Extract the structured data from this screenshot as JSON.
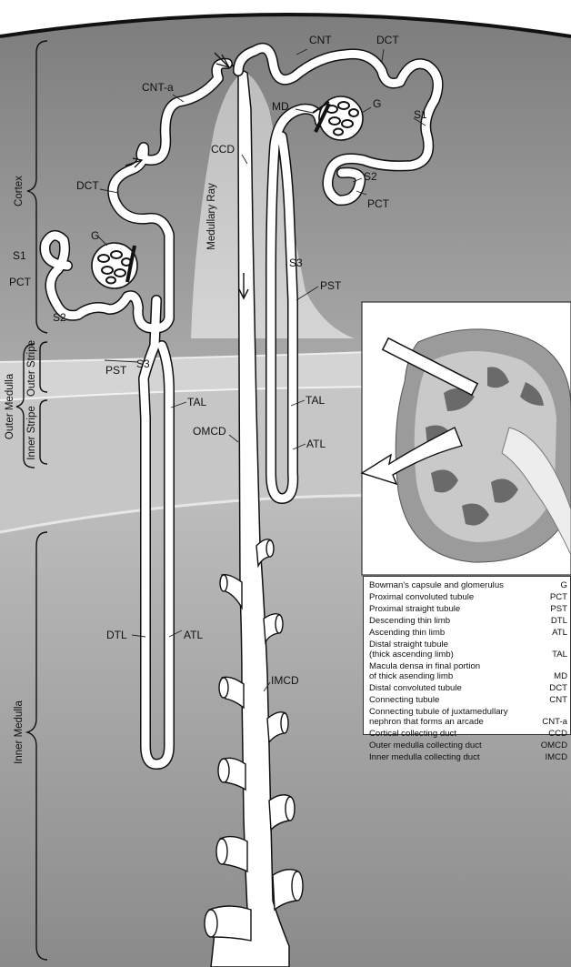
{
  "zones": {
    "cortex": "Cortex",
    "outer_medulla": "Outer Medulla",
    "outer_stripe": "Outer Stripe",
    "inner_stripe": "Inner Stripe",
    "inner_medulla": "Inner Medulla",
    "medullary_ray": "Medullary Ray"
  },
  "labels": {
    "cnt_top": "CNT",
    "dct_top": "DCT",
    "cnt_a": "CNT-a",
    "md": "MD",
    "g_right": "G",
    "s1_right": "S1",
    "ccd": "CCD",
    "s2_right": "S2",
    "pct_right": "PCT",
    "dct_left": "DCT",
    "g_left": "G",
    "s1_left": "S1",
    "pct_left": "PCT",
    "s2_left": "S2",
    "s3_right": "S3",
    "pst_right": "PST",
    "pst_left": "PST",
    "s3_left": "S3",
    "tal_left": "TAL",
    "tal_right": "TAL",
    "omcd": "OMCD",
    "atl_right": "ATL",
    "dtl": "DTL",
    "atl_left": "ATL",
    "imcd": "IMCD"
  },
  "legend": [
    {
      "term": "Bowman's capsule and glomerulus",
      "abbr": "G"
    },
    {
      "term": "Proximal convoluted tubule",
      "abbr": "PCT"
    },
    {
      "term": "Proximal straight tubule",
      "abbr": "PST"
    },
    {
      "term": "Descending thin limb",
      "abbr": "DTL"
    },
    {
      "term": "Ascending thin limb",
      "abbr": "ATL"
    },
    {
      "term": "Distal straight tubule\n  (thick ascending limb)",
      "abbr": "TAL"
    },
    {
      "term": "Macula densa in final portion\n  of thick asending limb",
      "abbr": "MD"
    },
    {
      "term": "Distal convoluted tubule",
      "abbr": "DCT"
    },
    {
      "term": "Connecting tubule",
      "abbr": "CNT"
    },
    {
      "term": "Connecting tubule of juxtamedullary\n  nephron that forms an arcade",
      "abbr": "CNT-a"
    },
    {
      "term": "Cortical collecting duct",
      "abbr": "CCD"
    },
    {
      "term": "Outer medulla collecting duct",
      "abbr": "OMCD"
    },
    {
      "term": "Inner medulla collecting duct",
      "abbr": "IMCD"
    }
  ],
  "colors": {
    "cortex_gray": "#8f8f8f",
    "ray_gray": "#c9c9c9",
    "outer_stripe_gray": "#d2d2d2",
    "inner_stripe_gray": "#c4c4c4",
    "inner_medulla_gray": "#a9a9a9",
    "tubule_fill": "#ffffff",
    "outline": "#111111"
  }
}
